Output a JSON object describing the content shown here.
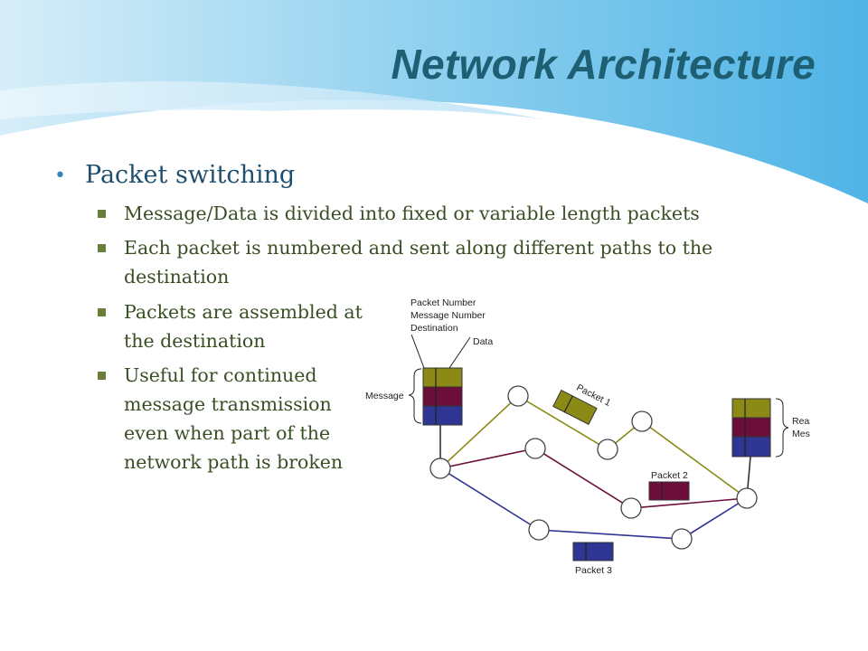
{
  "title": "Network Architecture",
  "bullet": {
    "text": "Packet switching",
    "subs": [
      "Message/Data is divided into fixed or variable length packets",
      "Each packet is numbered and sent along different paths to the destination",
      "Packets are assembled at the destination",
      "Useful for continued message transmission even when part of the network path is broken"
    ]
  },
  "diagram": {
    "header_labels": [
      "Packet Number",
      "Message Number",
      "Destination"
    ],
    "data_label": "Data",
    "message_label": "Message",
    "packet_labels": [
      "Packet 1",
      "Packet 2",
      "Packet 3"
    ],
    "reassembled_label": [
      "Reassembled",
      "Message"
    ]
  },
  "colors": {
    "olive": "#8c8a16",
    "maroon": "#6b0f3a",
    "navy": "#2e3592",
    "title": "#1f5f73"
  }
}
